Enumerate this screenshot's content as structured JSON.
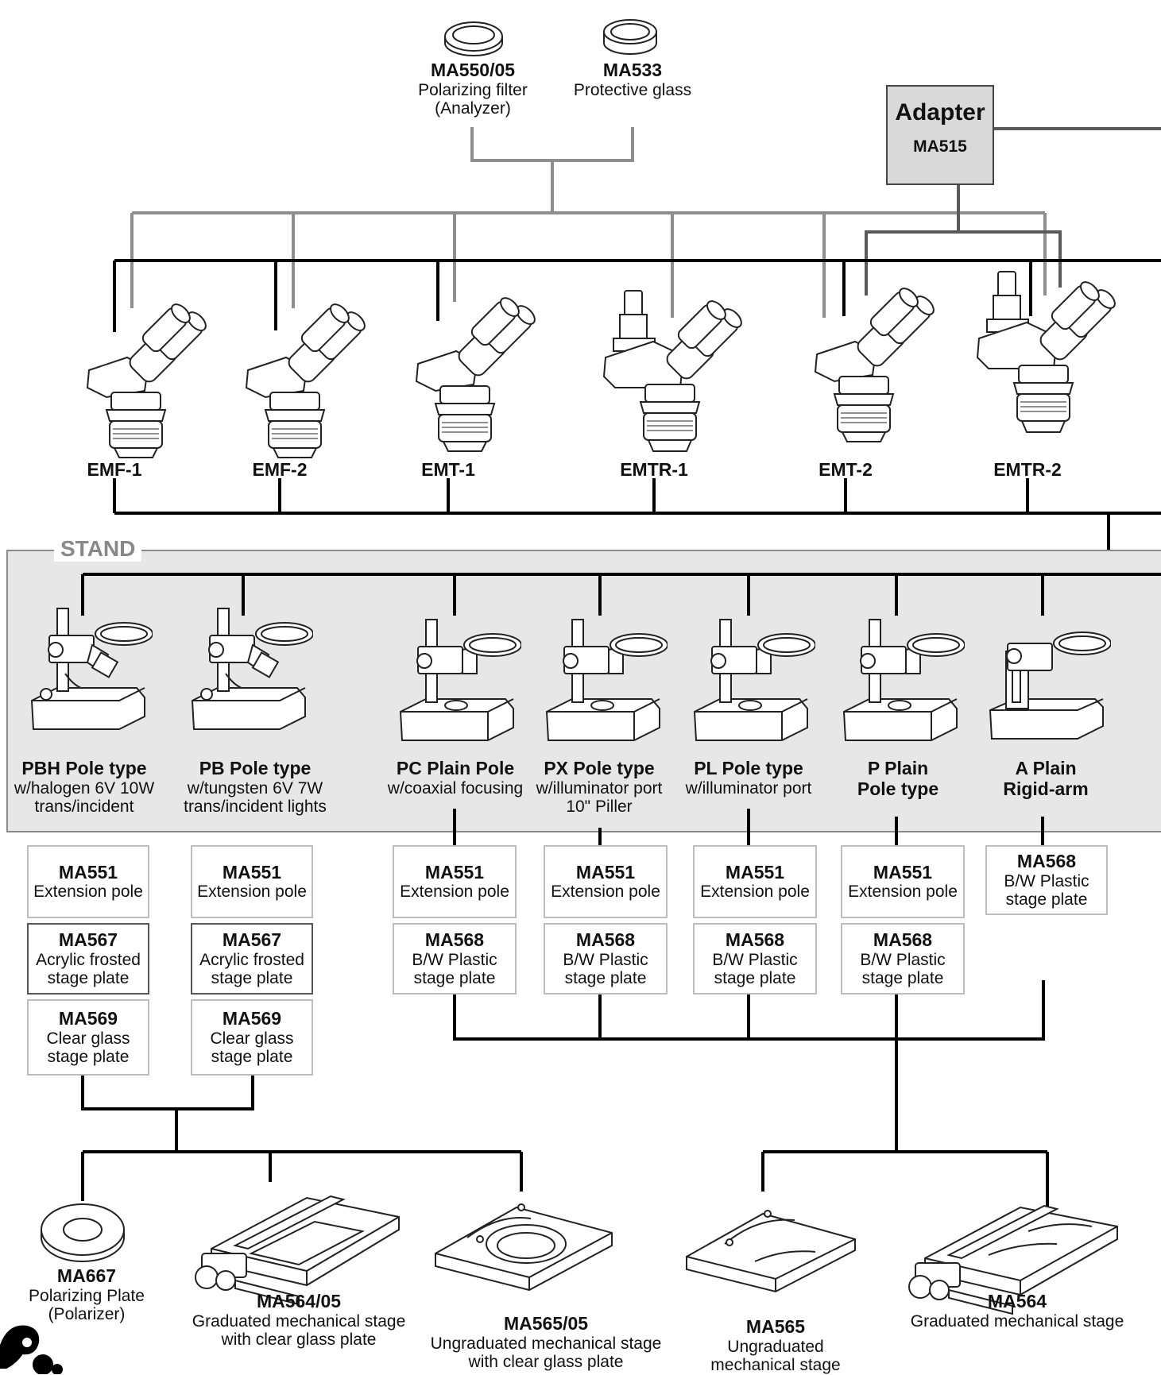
{
  "filters": [
    {
      "code": "MA550/05",
      "desc": "Polarizing filter",
      "desc2": "(Analyzer)"
    },
    {
      "code": "MA533",
      "desc": "Protective glass"
    }
  ],
  "adapter": {
    "title": "Adapter",
    "code": "MA515"
  },
  "heads": [
    "EMF-1",
    "EMF-2",
    "EMT-1",
    "EMTR-1",
    "EMT-2",
    "EMTR-2"
  ],
  "stand_title": "STAND",
  "stands": [
    {
      "name": "PBH Pole type",
      "desc": "w/halogen 6V 10W",
      "desc2": "trans/incident"
    },
    {
      "name": "PB Pole type",
      "desc": "w/tungsten 6V 7W",
      "desc2": "trans/incident lights"
    },
    {
      "name": "PC Plain Pole",
      "desc": "w/coaxial focusing",
      "desc2": ""
    },
    {
      "name": "PX Pole type",
      "desc": "w/illuminator port",
      "desc2": "10\" Piller"
    },
    {
      "name": "PL Pole type",
      "desc": "w/illuminator port",
      "desc2": ""
    },
    {
      "name": "P Plain",
      "desc": "",
      "desc2": "",
      "name2": "Pole type"
    },
    {
      "name": "A Plain",
      "desc": "",
      "desc2": "",
      "name2": "Rigid-arm"
    }
  ],
  "accessories": {
    "ma551": {
      "code": "MA551",
      "desc": "Extension pole"
    },
    "ma567": {
      "code": "MA567",
      "desc": "Acrylic frosted",
      "desc2": "stage plate"
    },
    "ma569": {
      "code": "MA569",
      "desc": "Clear glass",
      "desc2": "stage plate"
    },
    "ma568": {
      "code": "MA568",
      "desc": "B/W Plastic",
      "desc2": "stage plate"
    }
  },
  "stages": [
    {
      "code": "MA667",
      "desc": "Polarizing Plate",
      "desc2": "(Polarizer)"
    },
    {
      "code": "MA564/05",
      "desc": "Graduated mechanical stage",
      "desc2": "with clear glass plate"
    },
    {
      "code": "MA565/05",
      "desc": "Ungraduated mechanical stage",
      "desc2": "with clear glass plate"
    },
    {
      "code": "MA565",
      "desc": "Ungraduated",
      "desc2": "mechanical stage"
    },
    {
      "code": "MA564",
      "desc": "Graduated mechanical stage"
    }
  ]
}
